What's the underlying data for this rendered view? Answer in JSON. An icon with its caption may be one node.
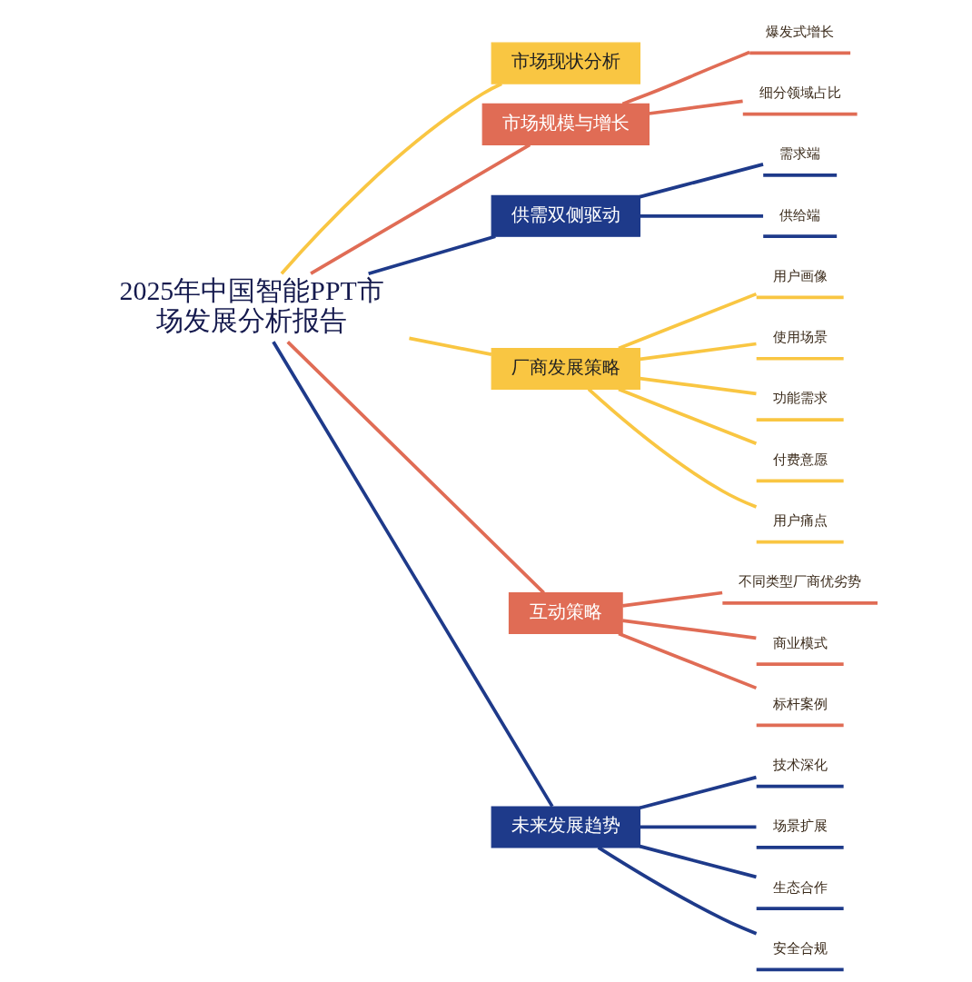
{
  "diagram": {
    "nodes": [
      {
        "text": [
          "2025年中国智能PPT市场发展分析报告"
        ]
      },
      {
        "text": [
          "市场现状分析"
        ]
      },
      {
        "text": [
          "市场规模与增长"
        ]
      },
      {
        "text": [
          "爆发式增长"
        ]
      },
      {
        "text": [
          "细分领域占比"
        ]
      },
      {
        "text": [
          "供需双侧驱动"
        ]
      },
      {
        "text": [
          "需求端"
        ]
      },
      {
        "text": [
          "供给端"
        ]
      },
      {
        "text": [
          "厂商发展策略"
        ]
      },
      {
        "text": [
          "用户画像"
        ]
      },
      {
        "text": [
          "使用场景"
        ]
      },
      {
        "text": [
          "功能需求"
        ]
      },
      {
        "text": [
          "付费意愿"
        ]
      },
      {
        "text": [
          "用户痛点"
        ]
      },
      {
        "text": [
          "互动策略"
        ]
      },
      {
        "text": [
          "不同类型厂商优劣势"
        ]
      },
      {
        "text": [
          "商业模式"
        ]
      },
      {
        "text": [
          "标杆案例"
        ]
      },
      {
        "text": [
          "未来发展趋势"
        ]
      },
      {
        "text": [
          "技术深化"
        ]
      },
      {
        "text": [
          "场景扩展"
        ]
      },
      {
        "text": [
          "生态合作"
        ]
      },
      {
        "text": [
          "安全合规"
        ]
      }
    ],
    "edges": [
      {
        "from": 0,
        "to": 1,
        "arrow": "none",
        "color": "#f9c642"
      },
      {
        "from": 0,
        "to": 2,
        "arrow": "none",
        "color": "#e06c55"
      },
      {
        "from": 2,
        "to": 3,
        "arrow": "none",
        "color": "#e06c55"
      },
      {
        "from": 2,
        "to": 4,
        "arrow": "none",
        "color": "#e06c55"
      },
      {
        "from": 0,
        "to": 5,
        "arrow": "none",
        "color": "#1e3a8a"
      },
      {
        "from": 5,
        "to": 6,
        "arrow": "none",
        "color": "#1e3a8a"
      },
      {
        "from": 5,
        "to": 7,
        "arrow": "none",
        "color": "#1e3a8a"
      },
      {
        "from": 0,
        "to": 8,
        "arrow": "none",
        "color": "#f9c642"
      },
      {
        "from": 8,
        "to": 9,
        "arrow": "none",
        "color": "#f9c642"
      },
      {
        "from": 8,
        "to": 10,
        "arrow": "none",
        "color": "#f9c642"
      },
      {
        "from": 8,
        "to": 11,
        "arrow": "none",
        "color": "#f9c642"
      },
      {
        "from": 8,
        "to": 12,
        "arrow": "none",
        "color": "#f9c642"
      },
      {
        "from": 8,
        "to": 13,
        "arrow": "none",
        "color": "#f9c642"
      },
      {
        "from": 0,
        "to": 14,
        "arrow": "none",
        "color": "#e06c55"
      },
      {
        "from": 14,
        "to": 15,
        "arrow": "none",
        "color": "#e06c55"
      },
      {
        "from": 14,
        "to": 16,
        "arrow": "none",
        "color": "#e06c55"
      },
      {
        "from": 14,
        "to": 17,
        "arrow": "none",
        "color": "#e06c55"
      },
      {
        "from": 0,
        "to": 18,
        "arrow": "none",
        "color": "#1e3a8a"
      },
      {
        "from": 18,
        "to": 19,
        "arrow": "none",
        "color": "#1e3a8a"
      },
      {
        "from": 18,
        "to": 20,
        "arrow": "none",
        "color": "#1e3a8a"
      },
      {
        "from": 18,
        "to": 21,
        "arrow": "none",
        "color": "#1e3a8a"
      },
      {
        "from": 18,
        "to": 22,
        "arrow": "none",
        "color": "#1e3a8a"
      }
    ]
  }
}
